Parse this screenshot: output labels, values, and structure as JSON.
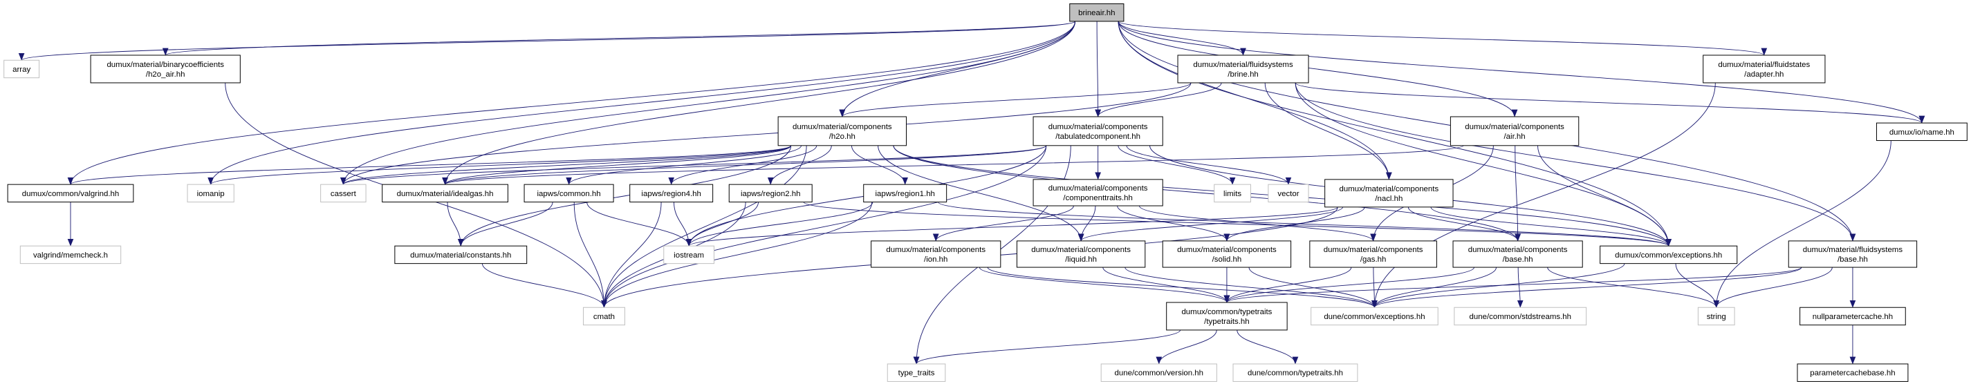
{
  "graph": {
    "type": "include-dependency-graph",
    "colors": {
      "edge": "#191970",
      "root_fill": "#bfbfbf",
      "internal_border": "#000000",
      "external_border": "#bfbfbf"
    },
    "nodes": [
      {
        "id": "brineair",
        "lines": [
          "brineair.hh"
        ],
        "kind": "root"
      },
      {
        "id": "array",
        "lines": [
          "array"
        ],
        "kind": "external"
      },
      {
        "id": "h2o_air",
        "lines": [
          "dumux/material/binarycoefficients",
          "/h2o_air.hh"
        ],
        "kind": "internal"
      },
      {
        "id": "brine",
        "lines": [
          "dumux/material/fluidsystems",
          "/brine.hh"
        ],
        "kind": "internal"
      },
      {
        "id": "adapter",
        "lines": [
          "dumux/material/fluidstates",
          "/adapter.hh"
        ],
        "kind": "internal"
      },
      {
        "id": "h2o",
        "lines": [
          "dumux/material/components",
          "/h2o.hh"
        ],
        "kind": "internal"
      },
      {
        "id": "tabulated",
        "lines": [
          "dumux/material/components",
          "/tabulatedcomponent.hh"
        ],
        "kind": "internal"
      },
      {
        "id": "air",
        "lines": [
          "dumux/material/components",
          "/air.hh"
        ],
        "kind": "internal"
      },
      {
        "id": "name",
        "lines": [
          "dumux/io/name.hh"
        ],
        "kind": "internal"
      },
      {
        "id": "valgrind",
        "lines": [
          "dumux/common/valgrind.hh"
        ],
        "kind": "internal"
      },
      {
        "id": "iomanip",
        "lines": [
          "iomanip"
        ],
        "kind": "external"
      },
      {
        "id": "cassert",
        "lines": [
          "cassert"
        ],
        "kind": "external"
      },
      {
        "id": "idealgas",
        "lines": [
          "dumux/material/idealgas.hh"
        ],
        "kind": "internal"
      },
      {
        "id": "common",
        "lines": [
          "iapws/common.hh"
        ],
        "kind": "internal"
      },
      {
        "id": "region4",
        "lines": [
          "iapws/region4.hh"
        ],
        "kind": "internal"
      },
      {
        "id": "region2",
        "lines": [
          "iapws/region2.hh"
        ],
        "kind": "internal"
      },
      {
        "id": "region1",
        "lines": [
          "iapws/region1.hh"
        ],
        "kind": "internal"
      },
      {
        "id": "componenttraits",
        "lines": [
          "dumux/material/components",
          "/componenttraits.hh"
        ],
        "kind": "internal"
      },
      {
        "id": "limits",
        "lines": [
          "limits"
        ],
        "kind": "external"
      },
      {
        "id": "vector",
        "lines": [
          "vector"
        ],
        "kind": "external"
      },
      {
        "id": "nacl",
        "lines": [
          "dumux/material/components",
          "/nacl.hh"
        ],
        "kind": "internal"
      },
      {
        "id": "memcheck",
        "lines": [
          "valgrind/memcheck.h"
        ],
        "kind": "external"
      },
      {
        "id": "constants",
        "lines": [
          "dumux/material/constants.hh"
        ],
        "kind": "internal"
      },
      {
        "id": "iostream",
        "lines": [
          "iostream"
        ],
        "kind": "external"
      },
      {
        "id": "ion",
        "lines": [
          "dumux/material/components",
          "/ion.hh"
        ],
        "kind": "internal"
      },
      {
        "id": "liquid",
        "lines": [
          "dumux/material/components",
          "/liquid.hh"
        ],
        "kind": "internal"
      },
      {
        "id": "solid",
        "lines": [
          "dumux/material/components",
          "/solid.hh"
        ],
        "kind": "internal"
      },
      {
        "id": "gas",
        "lines": [
          "dumux/material/components",
          "/gas.hh"
        ],
        "kind": "internal"
      },
      {
        "id": "base",
        "lines": [
          "dumux/material/components",
          "/base.hh"
        ],
        "kind": "internal"
      },
      {
        "id": "exceptions",
        "lines": [
          "dumux/common/exceptions.hh"
        ],
        "kind": "internal"
      },
      {
        "id": "fsbase",
        "lines": [
          "dumux/material/fluidsystems",
          "/base.hh"
        ],
        "kind": "internal"
      },
      {
        "id": "cmath",
        "lines": [
          "cmath"
        ],
        "kind": "external"
      },
      {
        "id": "typetraits",
        "lines": [
          "dumux/common/typetraits",
          "/typetraits.hh"
        ],
        "kind": "internal"
      },
      {
        "id": "duneexc",
        "lines": [
          "dune/common/exceptions.hh"
        ],
        "kind": "external"
      },
      {
        "id": "stdstreams",
        "lines": [
          "dune/common/stdstreams.hh"
        ],
        "kind": "external"
      },
      {
        "id": "string",
        "lines": [
          "string"
        ],
        "kind": "external"
      },
      {
        "id": "nullpc",
        "lines": [
          "nullparametercache.hh"
        ],
        "kind": "internal"
      },
      {
        "id": "type_traits",
        "lines": [
          "type_traits"
        ],
        "kind": "external"
      },
      {
        "id": "version",
        "lines": [
          "dune/common/version.hh"
        ],
        "kind": "external"
      },
      {
        "id": "dunetypetraits",
        "lines": [
          "dune/common/typetraits.hh"
        ],
        "kind": "external"
      },
      {
        "id": "pcbase",
        "lines": [
          "parametercachebase.hh"
        ],
        "kind": "internal"
      }
    ],
    "edges": [
      [
        "brineair",
        "array"
      ],
      [
        "brineair",
        "h2o_air"
      ],
      [
        "brineair",
        "valgrind"
      ],
      [
        "brineair",
        "iomanip"
      ],
      [
        "brineair",
        "cassert"
      ],
      [
        "brineair",
        "idealgas"
      ],
      [
        "brineair",
        "h2o"
      ],
      [
        "brineair",
        "tabulated"
      ],
      [
        "brineair",
        "brine"
      ],
      [
        "brineair",
        "air"
      ],
      [
        "brineair",
        "nacl"
      ],
      [
        "brineair",
        "exceptions"
      ],
      [
        "brineair",
        "adapter"
      ],
      [
        "brineair",
        "fsbase"
      ],
      [
        "brineair",
        "name"
      ],
      [
        "h2o_air",
        "cmath"
      ],
      [
        "valgrind",
        "memcheck"
      ],
      [
        "brine",
        "h2o"
      ],
      [
        "brine",
        "tabulated"
      ],
      [
        "brine",
        "nacl"
      ],
      [
        "brine",
        "exceptions"
      ],
      [
        "brine",
        "fsbase"
      ],
      [
        "brine",
        "name"
      ],
      [
        "brine",
        "cassert"
      ],
      [
        "h2o",
        "cmath"
      ],
      [
        "h2o",
        "cassert"
      ],
      [
        "h2o",
        "idealgas"
      ],
      [
        "h2o",
        "valgrind"
      ],
      [
        "h2o",
        "iomanip"
      ],
      [
        "h2o",
        "constants"
      ],
      [
        "h2o",
        "common"
      ],
      [
        "h2o",
        "region4"
      ],
      [
        "h2o",
        "region2"
      ],
      [
        "h2o",
        "region1"
      ],
      [
        "h2o",
        "liquid"
      ],
      [
        "h2o",
        "base"
      ],
      [
        "h2o",
        "exceptions"
      ],
      [
        "tabulated",
        "cassert"
      ],
      [
        "tabulated",
        "iostream"
      ],
      [
        "tabulated",
        "limits"
      ],
      [
        "tabulated",
        "vector"
      ],
      [
        "tabulated",
        "componenttraits"
      ],
      [
        "tabulated",
        "exceptions"
      ],
      [
        "tabulated",
        "idealgas"
      ],
      [
        "tabulated",
        "type_traits"
      ],
      [
        "tabulated",
        "cmath"
      ],
      [
        "air",
        "idealgas"
      ],
      [
        "air",
        "gas"
      ],
      [
        "air",
        "base"
      ],
      [
        "air",
        "exceptions"
      ],
      [
        "nacl",
        "base"
      ],
      [
        "nacl",
        "exceptions"
      ],
      [
        "nacl",
        "solid"
      ],
      [
        "nacl",
        "liquid"
      ],
      [
        "nacl",
        "iostream"
      ],
      [
        "nacl",
        "cmath"
      ],
      [
        "idealgas",
        "constants"
      ],
      [
        "constants",
        "cmath"
      ],
      [
        "common",
        "constants"
      ],
      [
        "common",
        "cmath"
      ],
      [
        "common",
        "iostream"
      ],
      [
        "region4",
        "iostream"
      ],
      [
        "region4",
        "cmath"
      ],
      [
        "region2",
        "iostream"
      ],
      [
        "region2",
        "cmath"
      ],
      [
        "region2",
        "exceptions"
      ],
      [
        "region1",
        "iostream"
      ],
      [
        "region1",
        "cmath"
      ],
      [
        "region1",
        "exceptions"
      ],
      [
        "componenttraits",
        "ion"
      ],
      [
        "componenttraits",
        "liquid"
      ],
      [
        "componenttraits",
        "solid"
      ],
      [
        "componenttraits",
        "gas"
      ],
      [
        "ion",
        "typetraits"
      ],
      [
        "ion",
        "duneexc"
      ],
      [
        "liquid",
        "typetraits"
      ],
      [
        "liquid",
        "duneexc"
      ],
      [
        "solid",
        "typetraits"
      ],
      [
        "solid",
        "duneexc"
      ],
      [
        "gas",
        "typetraits"
      ],
      [
        "gas",
        "duneexc"
      ],
      [
        "base",
        "typetraits"
      ],
      [
        "base",
        "duneexc"
      ],
      [
        "base",
        "stdstreams"
      ],
      [
        "base",
        "string"
      ],
      [
        "exceptions",
        "duneexc"
      ],
      [
        "exceptions",
        "string"
      ],
      [
        "fsbase",
        "duneexc"
      ],
      [
        "fsbase",
        "string"
      ],
      [
        "fsbase",
        "nullpc"
      ],
      [
        "fsbase",
        "typetraits"
      ],
      [
        "adapter",
        "duneexc"
      ],
      [
        "name",
        "string"
      ],
      [
        "typetraits",
        "type_traits"
      ],
      [
        "typetraits",
        "version"
      ],
      [
        "typetraits",
        "dunetypetraits"
      ],
      [
        "nullpc",
        "pcbase"
      ]
    ]
  }
}
